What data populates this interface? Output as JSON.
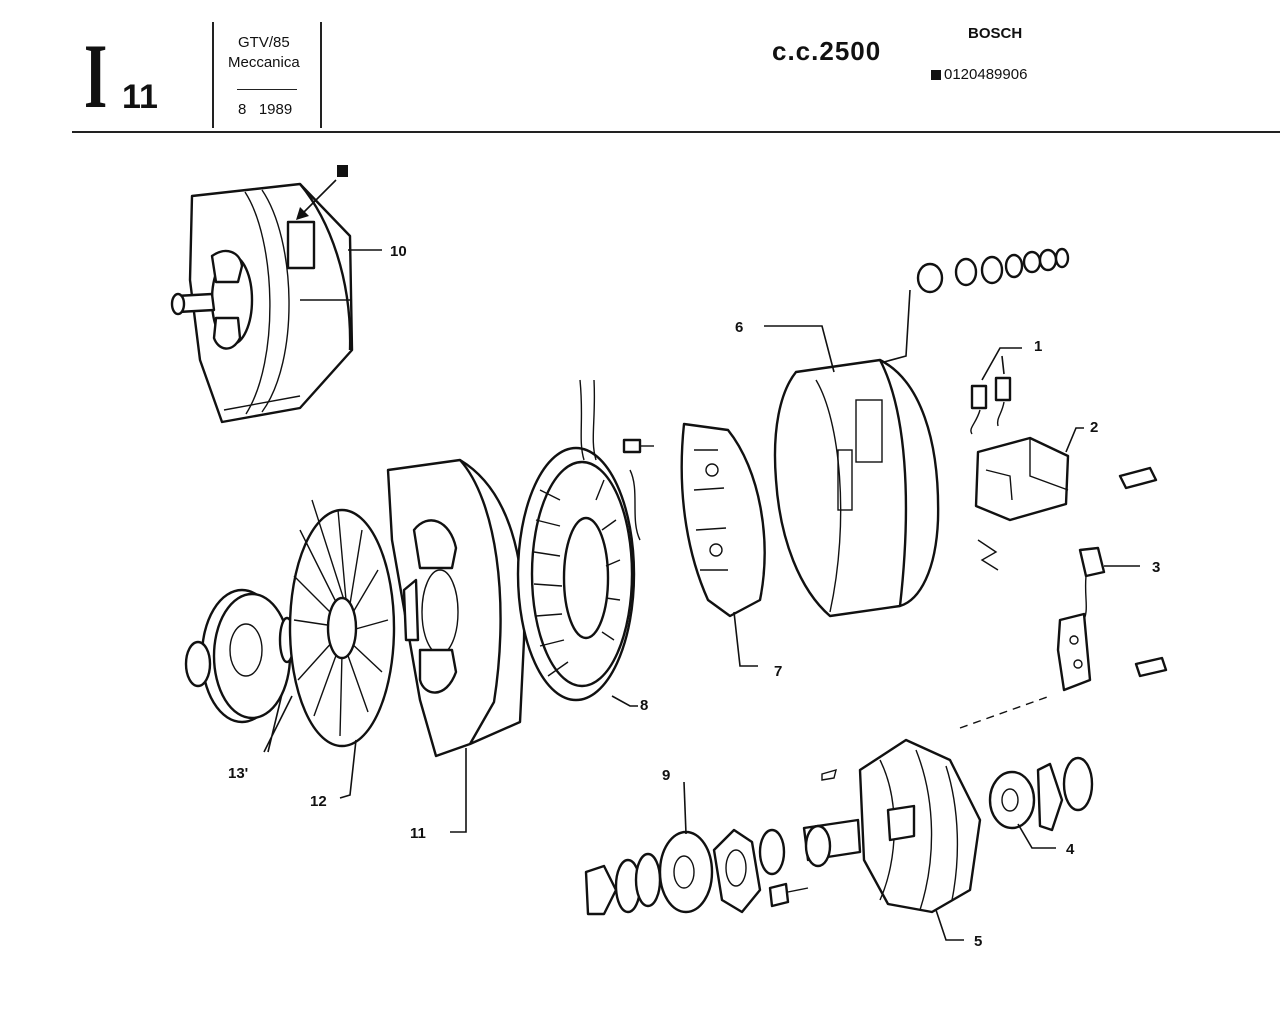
{
  "header": {
    "section_letter": "I",
    "section_number": "11",
    "model_name": "GTV/85",
    "model_subtitle": "Meccanica",
    "model_date": "8   1989",
    "engine": "c.c.2500",
    "brand": "BOSCH",
    "part_code": "0120489906"
  },
  "callouts": [
    "1",
    "2",
    "3",
    "4",
    "5",
    "6",
    "7",
    "8",
    "9",
    "10",
    "11",
    "12",
    "13'"
  ]
}
